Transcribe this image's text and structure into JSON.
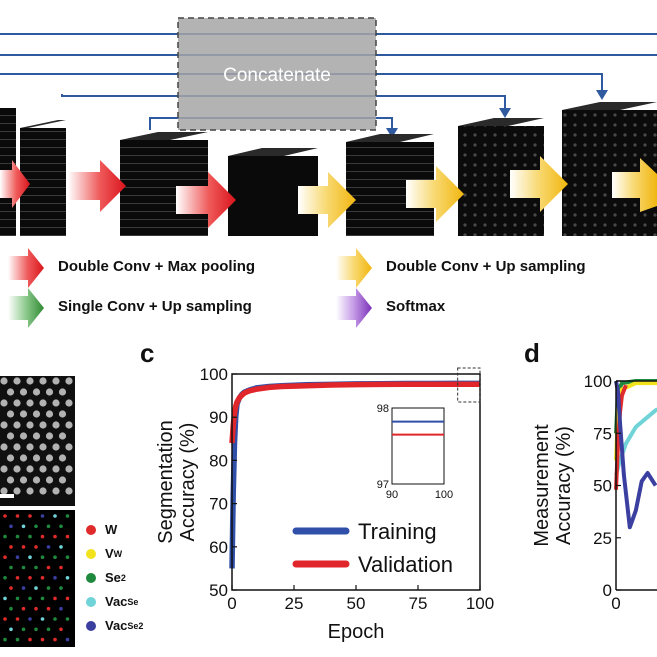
{
  "diagram": {
    "concat_label": "Concatenate",
    "legend": [
      {
        "text": "Double Conv + Max pooling",
        "color": "#e0202a"
      },
      {
        "text": "Double Conv + Up sampling",
        "color": "#f3c21a"
      },
      {
        "text": "Single Conv + Up sampling",
        "color": "#3d9a3d"
      },
      {
        "text": "Softmax",
        "color": "#8a3fc0"
      }
    ]
  },
  "panel_b": {
    "species": [
      {
        "base": "W",
        "sub": "",
        "color": "#e02b2b"
      },
      {
        "base": "V",
        "sub": "W",
        "color": "#f2e21e"
      },
      {
        "base": "Se",
        "sub": "2",
        "color": "#1f8a3e"
      },
      {
        "base": "Vac",
        "sub": "Se",
        "color": "#6fd3d8"
      },
      {
        "base": "Vac",
        "sub": "Se2",
        "color": "#3a3fa0"
      }
    ]
  },
  "panel_c": {
    "letter": "c",
    "chart_data": {
      "type": "line",
      "xlabel": "Epoch",
      "ylabel_lines": [
        "Segmentation",
        "Accuracy (%)"
      ],
      "xlim": [
        0,
        100
      ],
      "ylim": [
        50,
        100
      ],
      "xticks": [
        "0",
        "25",
        "50",
        "75",
        "100"
      ],
      "yticks": [
        "50",
        "60",
        "70",
        "80",
        "90",
        "100"
      ],
      "series": [
        {
          "name": "Training",
          "color": "#2f4fa8",
          "x": [
            0,
            0.5,
            1,
            1.5,
            2,
            3,
            4,
            5,
            7,
            10,
            15,
            20,
            30,
            40,
            50,
            60,
            70,
            80,
            90,
            100
          ],
          "y": [
            55,
            72,
            84,
            90,
            93,
            94.5,
            95.3,
            95.8,
            96.3,
            96.8,
            97.1,
            97.3,
            97.5,
            97.6,
            97.7,
            97.75,
            97.8,
            97.8,
            97.82,
            97.82
          ]
        },
        {
          "name": "Validation",
          "color": "#e0262b",
          "x": [
            0,
            0.5,
            1,
            1.5,
            2,
            3,
            4,
            5,
            7,
            10,
            15,
            20,
            30,
            40,
            50,
            60,
            70,
            80,
            90,
            100
          ],
          "y": [
            84,
            88,
            91,
            92.5,
            93.5,
            94.5,
            95.1,
            95.6,
            96.1,
            96.5,
            96.9,
            97.1,
            97.3,
            97.45,
            97.55,
            97.6,
            97.62,
            97.63,
            97.64,
            97.65
          ]
        }
      ],
      "inset": {
        "xlim": [
          90,
          100
        ],
        "ylim": [
          97,
          98
        ],
        "xticks": [
          "90",
          "100"
        ],
        "yticks": [
          "97",
          "98"
        ],
        "training_value": 97.82,
        "validation_value": 97.65
      }
    }
  },
  "panel_d": {
    "letter": "d",
    "chart_data": {
      "type": "line",
      "ylabel_lines": [
        "Measurement",
        "Accuracy (%)"
      ],
      "ylim": [
        0,
        100
      ],
      "yticks": [
        "0",
        "25",
        "50",
        "75",
        "100"
      ],
      "xticks": [
        "0"
      ],
      "series": [
        {
          "color": "#1f8a3e",
          "x": [
            0,
            1,
            3,
            10,
            30
          ],
          "y": [
            75,
            95,
            99,
            100,
            100
          ]
        },
        {
          "color": "#f2e21e",
          "x": [
            0,
            1,
            3,
            10,
            30
          ],
          "y": [
            62,
            85,
            96,
            99,
            99
          ]
        },
        {
          "color": "#6fd3d8",
          "x": [
            0,
            2,
            5,
            10,
            20,
            30
          ],
          "y": [
            55,
            62,
            70,
            78,
            86,
            90
          ]
        },
        {
          "color": "#e02b2b",
          "x": [
            0,
            1,
            2,
            3,
            5
          ],
          "y": [
            48,
            70,
            85,
            93,
            98
          ]
        },
        {
          "color": "#3a3fa0",
          "x": [
            0,
            1,
            2,
            4,
            7,
            10,
            13,
            16,
            20
          ],
          "y": [
            100,
            95,
            80,
            55,
            30,
            38,
            52,
            56,
            50
          ]
        }
      ]
    }
  }
}
